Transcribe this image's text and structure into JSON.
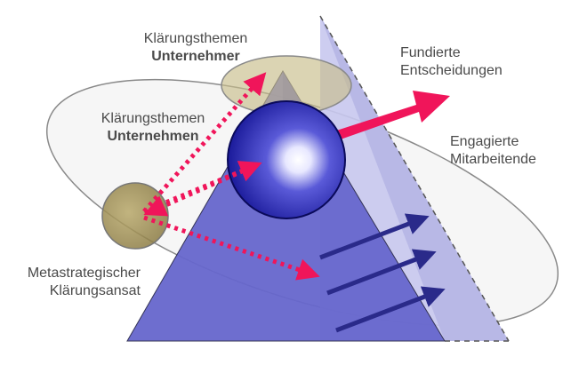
{
  "labels": {
    "owner_topics": {
      "line1": "Klärungsthemen",
      "line2": "Unternehmer"
    },
    "company_topics": {
      "line1": "Klärungsthemen",
      "line2": "Unternehmen"
    },
    "decisions": {
      "line1": "Fundierte",
      "line2": "Entscheidungen"
    },
    "employees": {
      "line1": "Engagierte",
      "line2": "Mitarbeitende"
    },
    "approach": {
      "line1": "Metastrategischer",
      "line2": "Klärungsansat"
    }
  },
  "colors": {
    "triangle_front": "#6666cc",
    "triangle_back": "#c8c8ee",
    "sphere": "#2a2aa8",
    "pink": "#f0155a",
    "small_circle": "#a89a5a",
    "top_ellipse": "#c8bd8a",
    "arrow_dark": "#2a2a8a"
  }
}
